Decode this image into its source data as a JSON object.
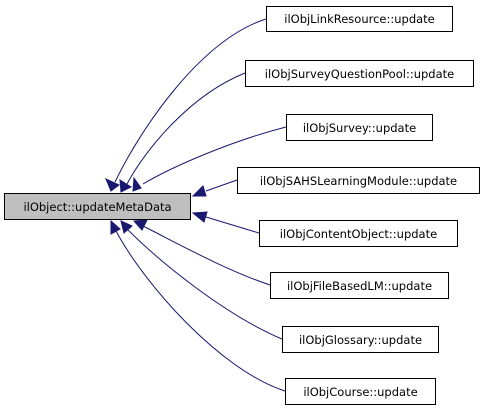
{
  "graph": {
    "edge_color": "#191970",
    "root_fill": "#bfbfbf",
    "node_fill": "#ffffff",
    "root": {
      "label": "ilObject::updateMetaData"
    },
    "callers": [
      {
        "label": "ilObjLinkResource::update"
      },
      {
        "label": "ilObjSurveyQuestionPool::update"
      },
      {
        "label": "ilObjSurvey::update"
      },
      {
        "label": "ilObjSAHSLearningModule::update"
      },
      {
        "label": "ilObjContentObject::update"
      },
      {
        "label": "ilObjFileBasedLM::update"
      },
      {
        "label": "ilObjGlossary::update"
      },
      {
        "label": "ilObjCourse::update"
      }
    ]
  }
}
